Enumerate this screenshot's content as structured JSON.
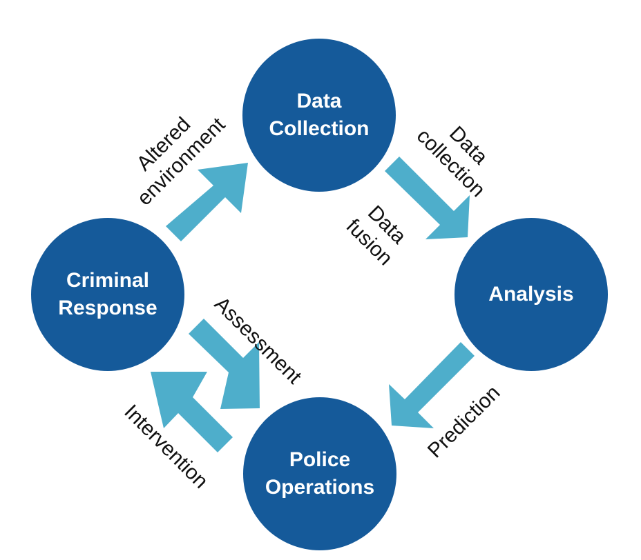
{
  "colors": {
    "node_fill": "#155a9a",
    "arrow_fill": "#4eaecb",
    "text_dark": "#111111",
    "node_text": "#ffffff"
  },
  "nodes": {
    "data_collection": {
      "line1": "Data",
      "line2": "Collection"
    },
    "analysis": {
      "line1": "Analysis"
    },
    "police_operations": {
      "line1": "Police",
      "line2": "Operations"
    },
    "criminal_response": {
      "line1": "Criminal",
      "line2": "Response"
    }
  },
  "edges": {
    "altered_environment": {
      "line1": "Altered",
      "line2": "environment"
    },
    "data_collection": {
      "line1": "Data",
      "line2": "collection"
    },
    "data_fusion": {
      "line1": "Data",
      "line2": "fusion"
    },
    "prediction": {
      "line1": "Prediction"
    },
    "assessment": {
      "line1": "Assessment"
    },
    "intervention": {
      "line1": "Intervention"
    }
  }
}
